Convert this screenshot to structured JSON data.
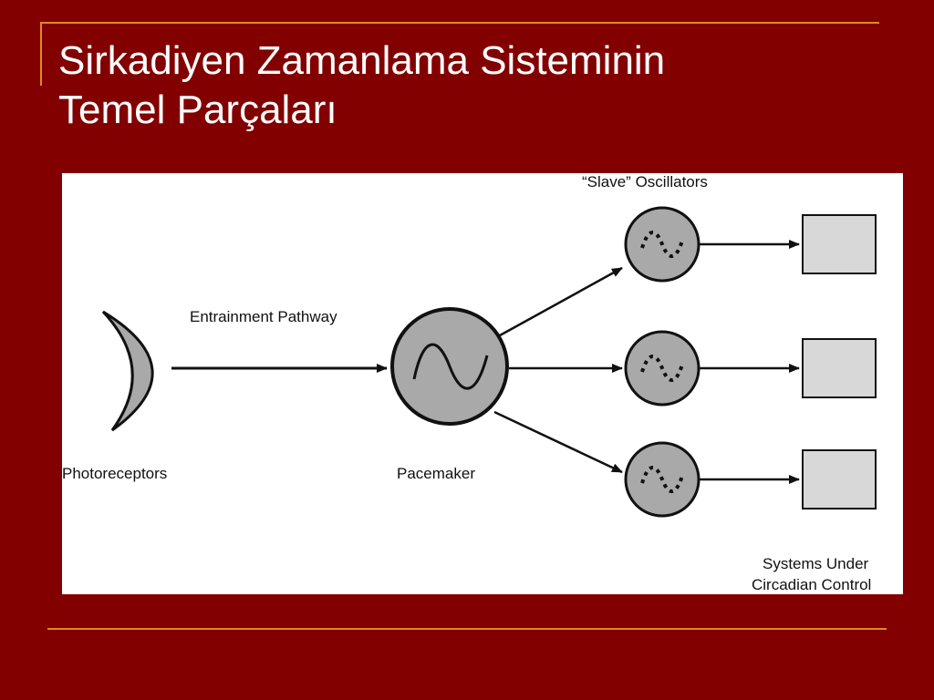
{
  "slide": {
    "title_line1": "Sirkadiyen Zamanlama Sisteminin",
    "title_line2": "Temel Parçaları",
    "background_color": "#820000",
    "accent_color": "#e08a1e"
  },
  "diagram": {
    "labels": {
      "slave_oscillators": "“Slave” Oscillators",
      "entrainment_pathway": "Entrainment Pathway",
      "photoreceptors": "Photoreceptors",
      "pacemaker": "Pacemaker",
      "systems_line1": "Systems Under",
      "systems_line2": "Circadian Control"
    },
    "colors": {
      "shape_fill": "#a9a9a9",
      "box_fill": "#d8d8d8",
      "stroke": "#111111"
    }
  }
}
